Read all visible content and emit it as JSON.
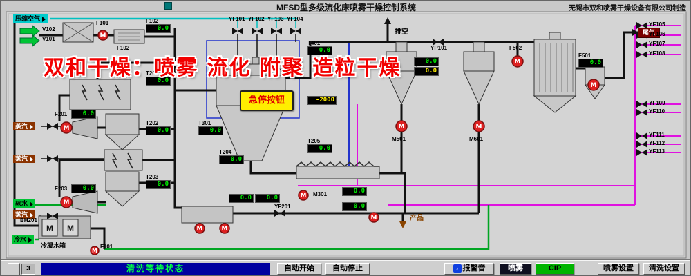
{
  "header": {
    "title": "MFSD型多级流化床喷雾干燥控制系统",
    "manufacturer": "无锡市双和喷雾干燥设备有限公司制造"
  },
  "watermark": "双和干燥：喷雾 流化 附聚 造粒干燥",
  "estop": "急停按钮",
  "icons": {
    "motor": "M",
    "speaker": "♪"
  },
  "sources": {
    "air": "压缩空气",
    "steam1": "蒸汽",
    "steam2": "蒸汽",
    "steam3": "蒸汽",
    "soft_water": "软水",
    "cold_water": "冷水"
  },
  "flow": {
    "vent": "排空",
    "tail_gas": "尾气",
    "product": "产品",
    "condensate_tank": "冷凝水箱"
  },
  "tags": {
    "v102": "V102",
    "v101": "V101",
    "f101_top": "F101",
    "f102": "F102",
    "yf101": "YF101",
    "yf102": "YF102",
    "yf103": "YF103",
    "yf104": "YF104",
    "yp101": "YP101",
    "f201": "F201",
    "f203": "F203",
    "m301": "M301",
    "m501": "M501",
    "m601": "M601",
    "f501": "F501",
    "f502": "F502",
    "yf201": "YF201",
    "bh201": "BH201",
    "f101_pump": "F101",
    "rv1": "YF105",
    "rv2": "YF106",
    "rv3": "YF107",
    "rv4": "YF108",
    "rv5": "YF109",
    "rv6": "YF110",
    "rv7": "YF111",
    "rv8": "YF112",
    "rv9": "YF113"
  },
  "displays": {
    "f102": {
      "label": "F102",
      "value": "0.0"
    },
    "t401": {
      "label": "T401",
      "value": "0.0"
    },
    "t201": {
      "label": "T201",
      "value": "0.0"
    },
    "t202": {
      "label": "T202",
      "value": "0.0"
    },
    "t203": {
      "label": "T203",
      "value": "0.0"
    },
    "t204": {
      "label": "T204",
      "value": "0.0"
    },
    "t205": {
      "label": "T205",
      "value": "0.0"
    },
    "t301": {
      "label": "T301",
      "value": "0.0"
    },
    "f201": {
      "value": "0.0"
    },
    "f203": {
      "value": "0.0"
    },
    "pressure": {
      "value": "-2000"
    },
    "c1a": {
      "value": "0.0"
    },
    "c1b": {
      "value": "0.0"
    },
    "f501": {
      "label": "F501",
      "value": "0.0"
    },
    "b1": {
      "value": "0.0"
    },
    "b2": {
      "value": "0.0"
    },
    "r1": {
      "value": "0.0"
    },
    "r2": {
      "value": "0.0"
    }
  },
  "statusbar": {
    "counter": "3",
    "status": "清洗等待状态",
    "auto_start": "自动开始",
    "auto_stop": "自动停止",
    "alarm": "报警音",
    "spray": "喷雾",
    "cip": "CIP",
    "spray_settings": "喷雾设置",
    "clean_settings": "清洗设置"
  }
}
